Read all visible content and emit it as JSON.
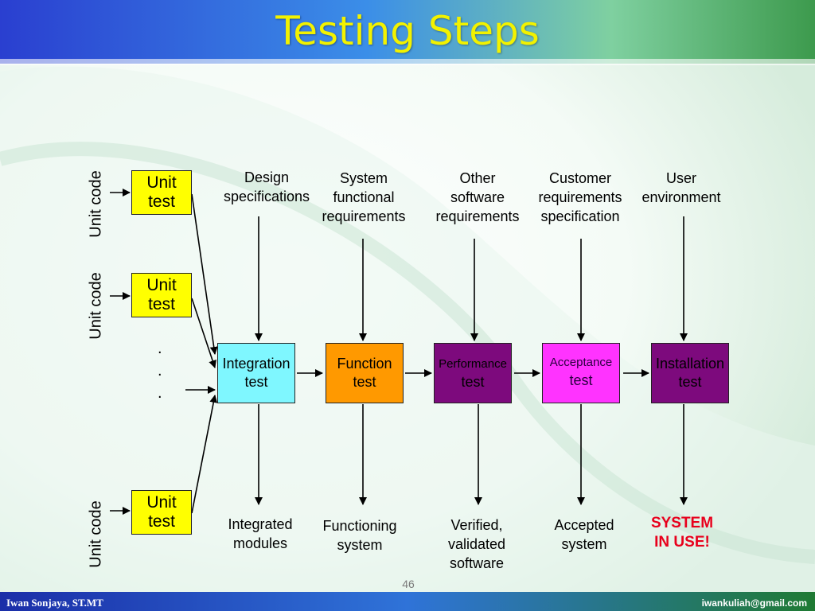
{
  "slide": {
    "title": "Testing Steps",
    "page_number": "46",
    "footer_left": "Iwan Sonjaya, ST.MT",
    "footer_right": "iwankuliah@gmail.com"
  },
  "units": [
    {
      "side_label": "Unit code",
      "box_label_line1": "Unit",
      "box_label_line2": "test"
    },
    {
      "side_label": "Unit code",
      "box_label_line1": "Unit",
      "box_label_line2": "test"
    },
    {
      "side_label": "Unit code",
      "box_label_line1": "Unit",
      "box_label_line2": "test"
    }
  ],
  "ellipsis": [
    ".",
    ".",
    "."
  ],
  "stages": [
    {
      "name_line1": "Integration",
      "name_line2": "test",
      "color": "#7ff7ff",
      "text_color": "#000000"
    },
    {
      "name_line1": "Function",
      "name_line2": "test",
      "color": "#ff9900",
      "text_color": "#000000"
    },
    {
      "name_line1": "Performance",
      "name_line2": "test",
      "color": "#7d0a7d",
      "text_color": "#000000"
    },
    {
      "name_line1": "Acceptance",
      "name_line2": "test",
      "color": "#ff33ff",
      "text_color": "#2a0040"
    },
    {
      "name_line1": "Installation",
      "name_line2": "test",
      "color": "#7d0a7d",
      "text_color": "#000000"
    }
  ],
  "inputs": [
    {
      "line1": "Design",
      "line2": "specifications",
      "line3": ""
    },
    {
      "line1": "System",
      "line2": "functional",
      "line3": "requirements"
    },
    {
      "line1": "Other",
      "line2": "software",
      "line3": "requirements"
    },
    {
      "line1": "Customer",
      "line2": "requirements",
      "line3": "specification"
    },
    {
      "line1": "User",
      "line2": "environment",
      "line3": ""
    }
  ],
  "outputs": [
    {
      "line1": "Integrated",
      "line2": "modules",
      "line3": ""
    },
    {
      "line1": "Functioning",
      "line2": "system",
      "line3": ""
    },
    {
      "line1": "Verified,",
      "line2": "validated",
      "line3": "software"
    },
    {
      "line1": "Accepted",
      "line2": "system",
      "line3": ""
    },
    {
      "line1": "SYSTEM",
      "line2": "IN USE!",
      "line3": ""
    }
  ],
  "colors": {
    "title": "#f2f200",
    "unit_box": "#ffff00",
    "final_output": "#e8001c"
  }
}
